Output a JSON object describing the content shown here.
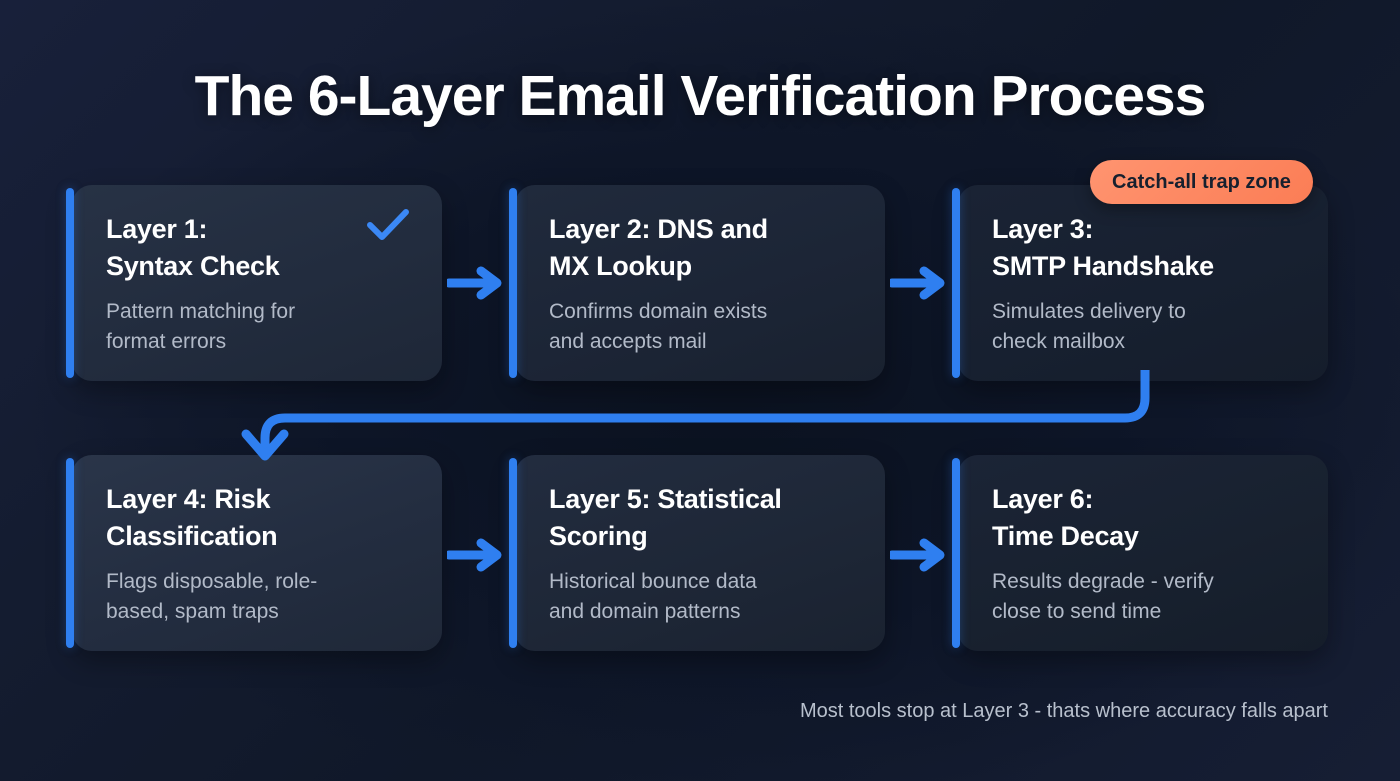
{
  "page": {
    "title": "The 6-Layer Email Verification Process",
    "footer_note": "Most tools stop at Layer 3 - thats where accuracy falls apart",
    "background_color": "#141c30",
    "accent_color": "#2f7ff0",
    "badge_color": "#fb7d55",
    "title_color": "#ffffff",
    "description_color": "#b2bac8"
  },
  "badge": {
    "label": "Catch-all trap zone",
    "attached_to": "Layer 3: SMTP Handshake"
  },
  "layers": [
    {
      "id": "layer-1",
      "title": "Layer 1:\nSyntax Check",
      "description": "Pattern matching for\nformat errors",
      "icon": "check-icon",
      "row": 1,
      "column": 1
    },
    {
      "id": "layer-2",
      "title": "Layer 2: DNS and\nMX Lookup",
      "description": "Confirms domain exists\nand accepts mail",
      "icon": null,
      "row": 1,
      "column": 2
    },
    {
      "id": "layer-3",
      "title": "Layer 3:\nSMTP Handshake",
      "description": "Simulates delivery to\ncheck mailbox",
      "icon": null,
      "row": 1,
      "column": 3
    },
    {
      "id": "layer-4",
      "title": "Layer 4: Risk\nClassification",
      "description": "Flags disposable, role-\nbased, spam traps",
      "icon": null,
      "row": 2,
      "column": 1
    },
    {
      "id": "layer-5",
      "title": "Layer 5: Statistical\nScoring",
      "description": "Historical bounce data\nand domain patterns",
      "icon": null,
      "row": 2,
      "column": 2
    },
    {
      "id": "layer-6",
      "title": "Layer 6:\nTime Decay",
      "description": "Results degrade - verify\nclose to send time",
      "icon": null,
      "row": 2,
      "column": 3
    }
  ],
  "connectors": [
    {
      "id": "arrow-1-2",
      "from": "layer-1",
      "to": "layer-2",
      "direction": "right"
    },
    {
      "id": "arrow-2-3",
      "from": "layer-2",
      "to": "layer-3",
      "direction": "right"
    },
    {
      "id": "connector-row",
      "from": "layer-3",
      "to": "layer-4",
      "direction": "wrap-down-left"
    },
    {
      "id": "arrow-4-5",
      "from": "layer-4",
      "to": "layer-5",
      "direction": "right"
    },
    {
      "id": "arrow-5-6",
      "from": "layer-5",
      "to": "layer-6",
      "direction": "right"
    }
  ]
}
